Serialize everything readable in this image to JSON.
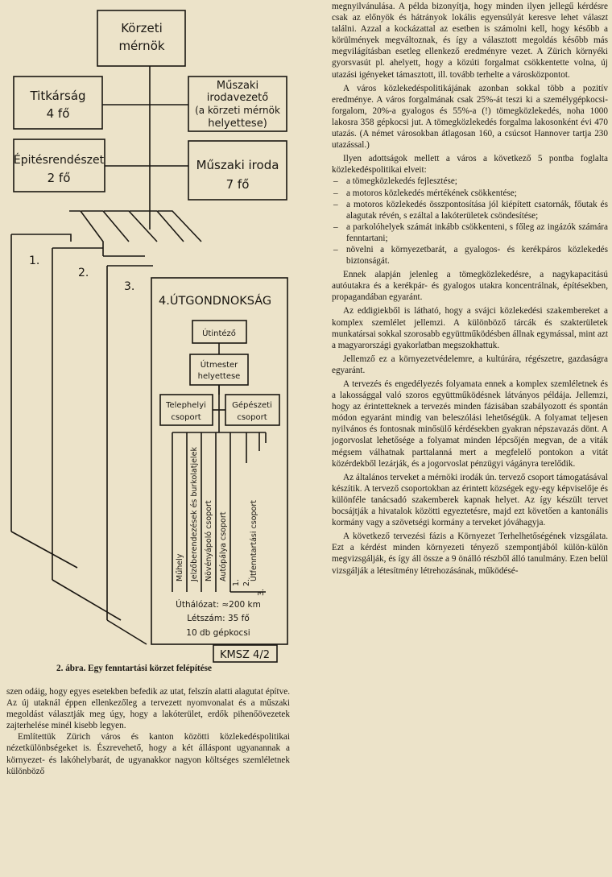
{
  "figure": {
    "korzeti": [
      "Körzeti",
      "mérnök"
    ],
    "titkarsag": [
      "Titkárság",
      "4 fő"
    ],
    "muszaki_irodavezeto": [
      "Műszaki",
      "irodavezető",
      "(a körzeti mérnök",
      "helyettese)"
    ],
    "epitesrendeszet": [
      "Épitésrendészet",
      "2 fő"
    ],
    "muszaki_iroda": [
      "Műszaki iroda",
      "7 fő"
    ],
    "nums": [
      "1.",
      "2.",
      "3."
    ],
    "utgondnoksag": "4.ÚTGONDNOKSÁG",
    "utintezo": "Útintéző",
    "utmester": [
      "Útmester",
      "helyettese"
    ],
    "telephelyi": [
      "Telephelyi",
      "csoport"
    ],
    "gepeszeti": [
      "Gépészeti",
      "csoport"
    ],
    "vertical": [
      "Műhely",
      "Jelzőberendezések és burkolatjelek",
      "Növényápoló csoport",
      "Autópálya csoport",
      "Útfenntartási csoport"
    ],
    "subnums": [
      "1.",
      "2.",
      "3."
    ],
    "stats": [
      "Úthálózat: ≈200 km",
      "Létszám: 35 fő",
      "10 db gépkocsi"
    ],
    "code": "KMSZ 4/2",
    "caption": "2. ábra. Egy fenntartási körzet felépítése"
  },
  "left_col": [
    "szen odáig, hogy egyes esetekben befedik az utat, felszín alatti alagutat építve. Az új utaknál éppen ellenkezőleg a tervezett nyomvonalat és a műszaki megoldást választják meg úgy, hogy a lakóterület, erdők pihenőövezetek zajterhelése minél kisebb legyen.",
    "Említettük Zürich város és kanton közötti közlekedéspolitikai nézetkülönbségeket is. Észrevehető, hogy a két álláspont ugyanannak a környezet- és lakóhelybarát, de ugyanakkor nagyon költséges szemléletnek különböző"
  ],
  "right_col": {
    "p1": "megnyilvánulása. A példa bizonyítja, hogy minden ilyen jellegű kérdésre csak az előnyök és hátrányok lokális egyensúlyát keresve lehet választ találni. Azzal a kockázattal az esetben is számolni kell, hogy később a körülmények megváltoznak, és így a választott megoldás később más megvilágításban esetleg ellenkező eredményre vezet. A Zürich környéki gyorsvasút pl. ahelyett, hogy a közúti forgalmat csökkentette volna, új utazási igényeket támasztott, ill. tovább terhelte a városközpontot.",
    "p2": "A város közlekedéspolitikájának azonban sokkal több a pozitív eredménye. A város forgalmának csak 25%-át teszi ki a személygépkocsi-forgalom, 20%-a gyalogos és 55%-a (!) tömegközlekedés, noha 1000 lakosra 358 gépkocsi jut. A tömegközlekedés forgalma lakosonként évi 470 utazás. (A német városokban átlagosan 160, a csúcsot Hannover tartja 230 utazással.)",
    "p3": "Ilyen adottságok mellett a város a következő 5 pontba foglalta közlekedéspolitikai elveit:",
    "list": [
      "a tömegközlekedés fejlesztése;",
      "a motoros közlekedés mértékének csökkentése;",
      "a motoros közlekedés összpontosítása jól kiépített csatornák, főutak és alagutak révén, s ezáltal a lakóterületek csöndesítése;",
      "a parkolóhelyek számát inkább csökkenteni, s főleg az ingázók számára fenntartani;",
      "növelni a környezetbarát, a gyalogos- és kerékpáros közlekedés biztonságát."
    ],
    "p4": "Ennek alapján jelenleg a tömegközlekedésre, a nagykapacitású autóutakra és a kerékpár- és gyalogos utakra koncentrálnak, építésekben, propagandában egyaránt.",
    "p5": "Az eddigiekből is látható, hogy a svájci közlekedési szakembereket a komplex szemlélet jellemzi. A különböző tárcák és szakterületek munkatársai sokkal szorosabb együttműködésben állnak egymással, mint azt a magyarországi gyakorlatban megszokhattuk.",
    "p6": "Jellemző ez a környezetvédelemre, a kultúrára, régészetre, gazdaságra egyaránt.",
    "p7": "A tervezés és engedélyezés folyamata ennek a komplex szemléletnek és a lakossággal való szoros együttműködésnek látványos példája. Jellemzi, hogy az érintetteknek a tervezés minden fázisában szabályozott és spontán módon egyaránt mindig van beleszólási lehetőségük. A folyamat teljesen nyilvános és fontosnak minősülő kérdésekben gyakran népszavazás dönt. A jogorvoslat lehetősége a folyamat minden lépcsőjén megvan, de a viták mégsem válhatnak parttalanná mert a megfelelő pontokon a vitát közérdekből lezárják, és a jogorvoslat pénzügyi vágányra terelődik.",
    "p8": "Az általános terveket a mérnöki irodák ún. tervező csoport támogatásával készítik. A tervező csoportokban az érintett községek egy-egy képviselője és különféle tanácsadó szakemberek kapnak helyet. Az így készült tervet bocsájtják a hivatalok közötti egyeztetésre, majd ezt követően a kantonális kormány vagy a szövetségi kormány a terveket jóváhagyja.",
    "p9": "A következő tervezési fázis a Környezet Terhelhetőségének vizsgálata. Ezt a kérdést minden környezeti tényező szempontjából külön-külön megvizsgálják, és így áll össze a 9 önálló részből álló tanulmány. Ezen belül vizsgálják a létesítmény létrehozásának, működésé-"
  }
}
